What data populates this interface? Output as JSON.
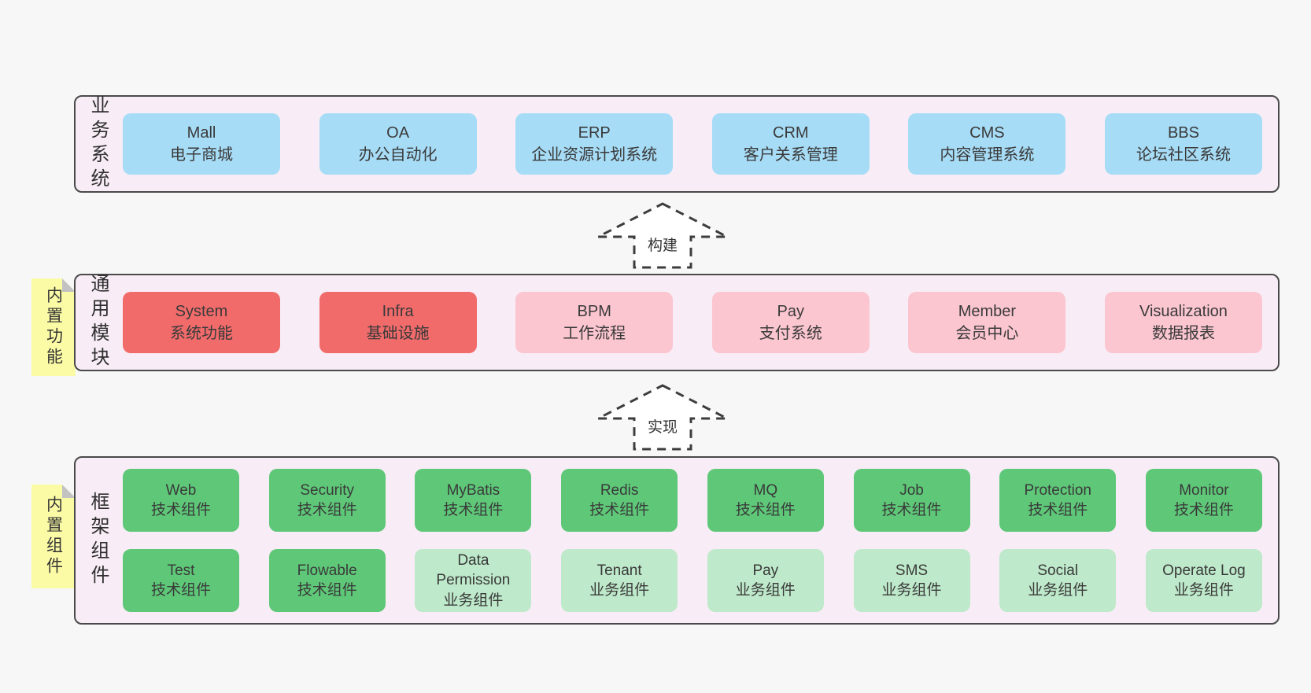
{
  "colors": {
    "blue": "#a7dcf6",
    "red": "#f16b6b",
    "pink": "#fbc6d0",
    "green": "#5ec878",
    "lightgreen": "#bee9ca",
    "band_bg": "#f8edf6",
    "note_bg": "#fbfba6",
    "page_bg": "#f7f7f7"
  },
  "arrows": [
    {
      "label": "构建"
    },
    {
      "label": "实现"
    }
  ],
  "bands": [
    {
      "label": "业务系统",
      "boxes": [
        {
          "title": "Mall",
          "subtitle": "电子商城"
        },
        {
          "title": "OA",
          "subtitle": "办公自动化"
        },
        {
          "title": "ERP",
          "subtitle": "企业资源计划系统"
        },
        {
          "title": "CRM",
          "subtitle": "客户关系管理"
        },
        {
          "title": "CMS",
          "subtitle": "内容管理系统"
        },
        {
          "title": "BBS",
          "subtitle": "论坛社区系统"
        }
      ]
    },
    {
      "label": "通用模块",
      "note": "内置功能",
      "boxes": [
        {
          "title": "System",
          "subtitle": "系统功能"
        },
        {
          "title": "Infra",
          "subtitle": "基础设施"
        },
        {
          "title": "BPM",
          "subtitle": "工作流程"
        },
        {
          "title": "Pay",
          "subtitle": "支付系统"
        },
        {
          "title": "Member",
          "subtitle": "会员中心"
        },
        {
          "title": "Visualization",
          "subtitle": "数据报表"
        }
      ]
    },
    {
      "label": "框架组件",
      "note": "内置组件",
      "rows": [
        [
          {
            "title": "Web",
            "subtitle": "技术组件"
          },
          {
            "title": "Security",
            "subtitle": "技术组件"
          },
          {
            "title": "MyBatis",
            "subtitle": "技术组件"
          },
          {
            "title": "Redis",
            "subtitle": "技术组件"
          },
          {
            "title": "MQ",
            "subtitle": "技术组件"
          },
          {
            "title": "Job",
            "subtitle": "技术组件"
          },
          {
            "title": "Protection",
            "subtitle": "技术组件"
          },
          {
            "title": "Monitor",
            "subtitle": "技术组件"
          }
        ],
        [
          {
            "title": "Test",
            "subtitle": "技术组件"
          },
          {
            "title": "Flowable",
            "subtitle": "技术组件"
          },
          {
            "title": "Data Permission",
            "subtitle": "业务组件"
          },
          {
            "title": "Tenant",
            "subtitle": "业务组件"
          },
          {
            "title": "Pay",
            "subtitle": "业务组件"
          },
          {
            "title": "SMS",
            "subtitle": "业务组件"
          },
          {
            "title": "Social",
            "subtitle": "业务组件"
          },
          {
            "title": "Operate Log",
            "subtitle": "业务组件"
          }
        ]
      ]
    }
  ]
}
